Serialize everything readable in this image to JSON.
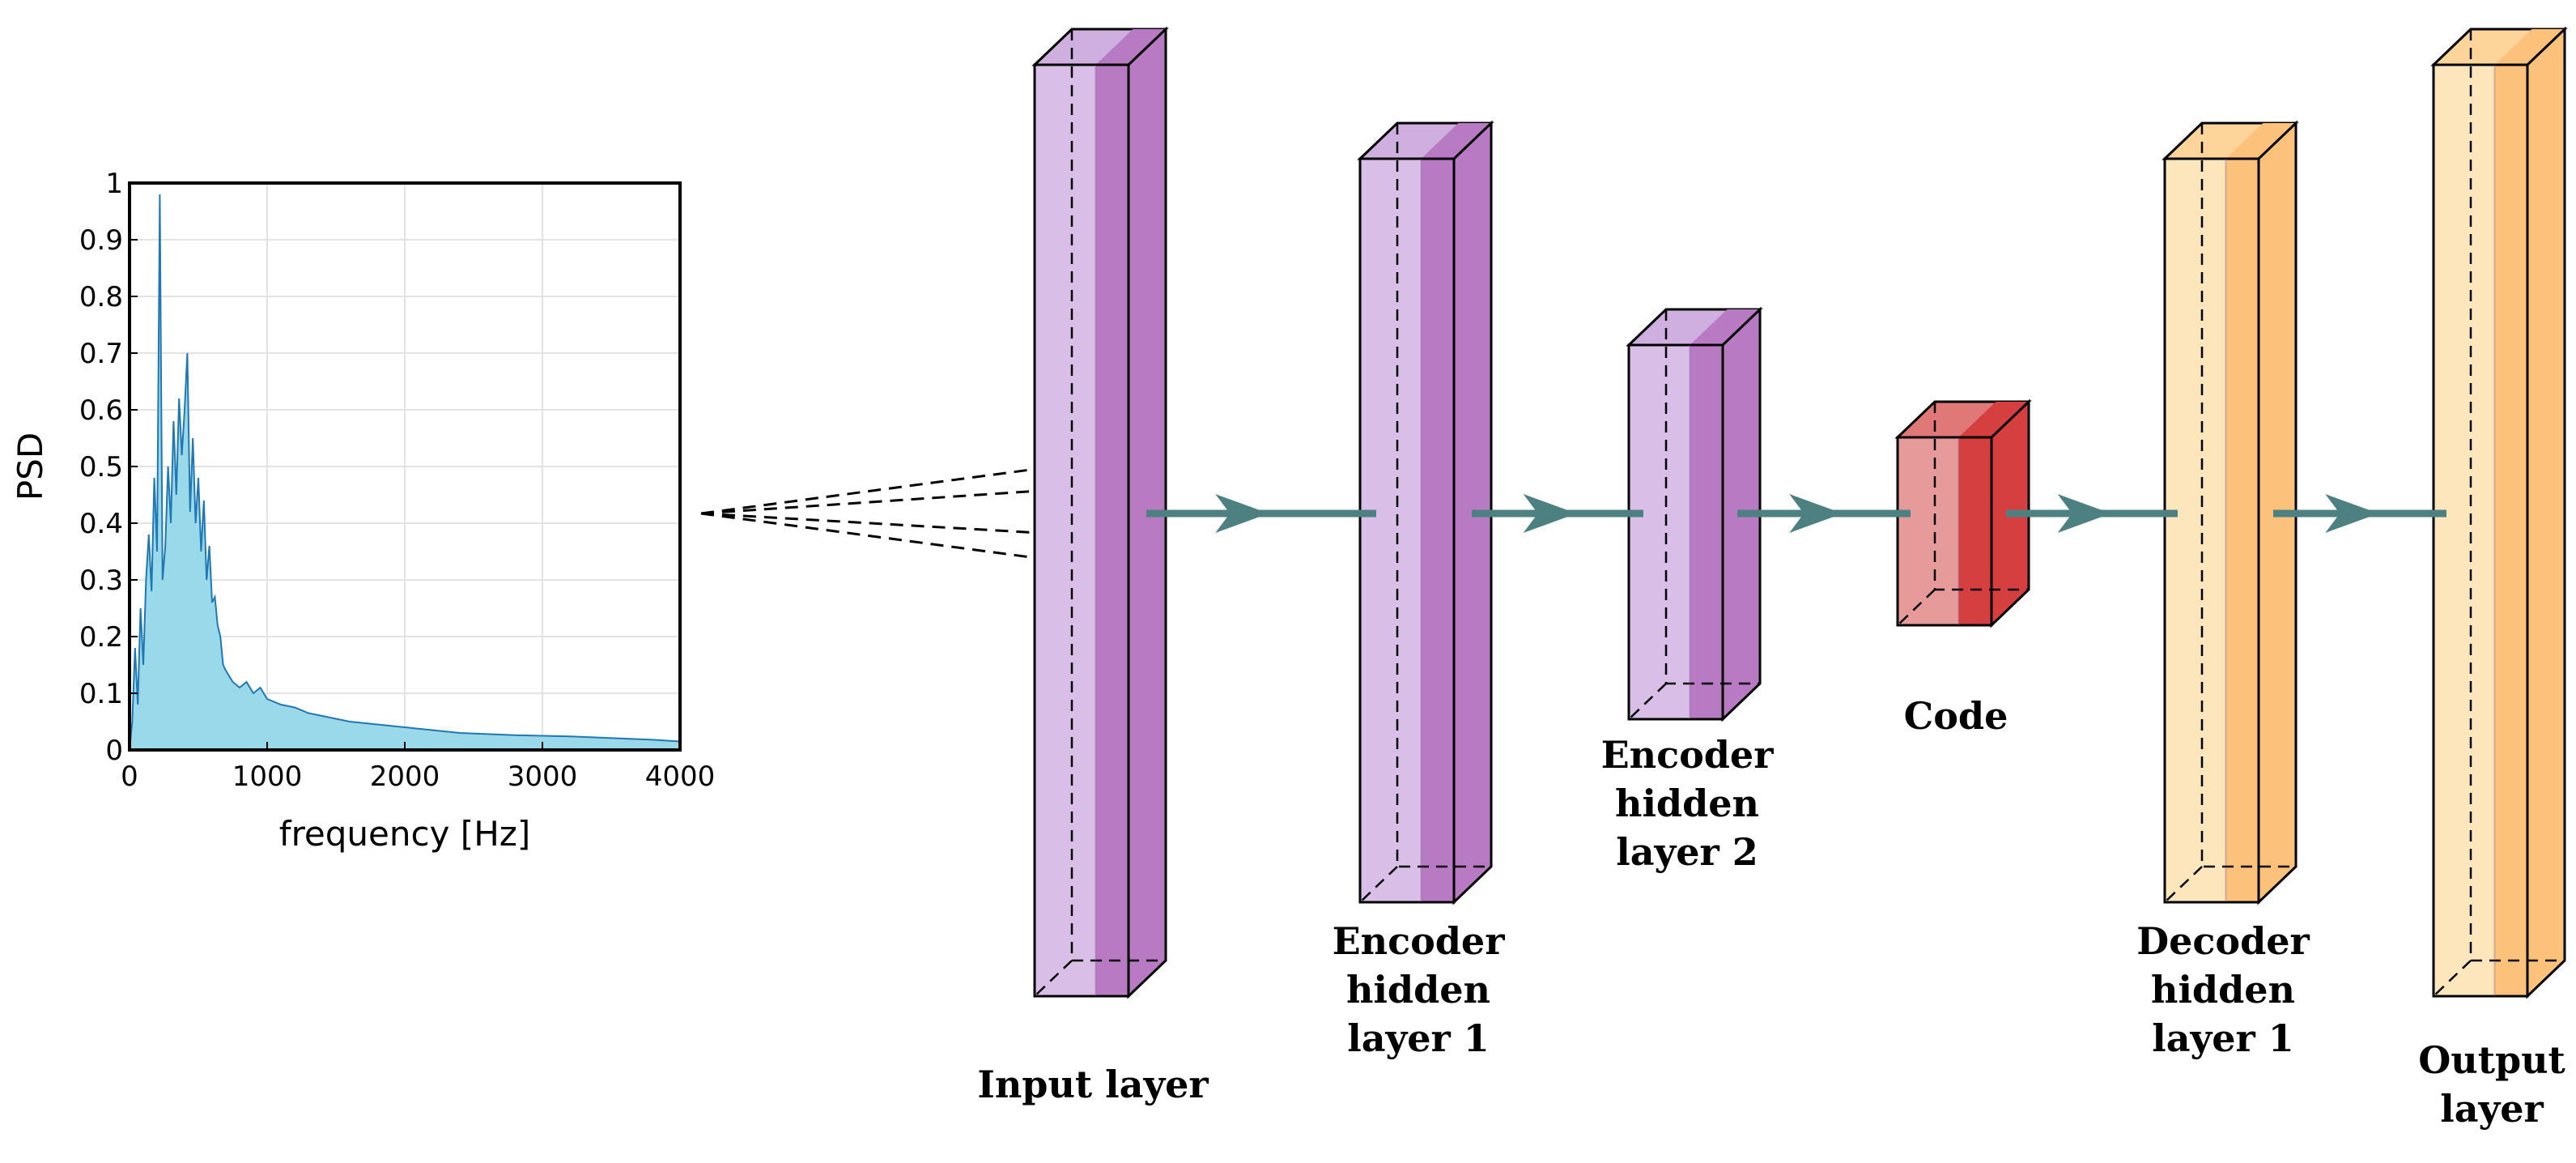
{
  "chart_data": {
    "type": "area",
    "title": "",
    "xlabel": "frequency [Hz]",
    "ylabel": "PSD",
    "xlim": [
      0,
      4000
    ],
    "ylim": [
      0,
      1
    ],
    "xticks": [
      "0",
      "1000",
      "2000",
      "3000",
      "4000"
    ],
    "yticks": [
      "0",
      "0.1",
      "0.2",
      "0.3",
      "0.4",
      "0.5",
      "0.6",
      "0.7",
      "0.8",
      "0.9",
      "1"
    ],
    "grid": true,
    "series": [
      {
        "color": "#1f77b4",
        "fill": "#9ad9ea",
        "x": [
          0,
          20,
          40,
          60,
          80,
          100,
          120,
          140,
          160,
          180,
          200,
          220,
          240,
          260,
          280,
          300,
          320,
          340,
          360,
          380,
          400,
          420,
          440,
          460,
          480,
          500,
          520,
          540,
          560,
          580,
          600,
          620,
          640,
          660,
          680,
          700,
          750,
          800,
          850,
          900,
          950,
          1000,
          1100,
          1200,
          1300,
          1400,
          1500,
          1600,
          1800,
          2000,
          2200,
          2400,
          2600,
          2800,
          3000,
          3200,
          3400,
          3600,
          3800,
          4000
        ],
        "y": [
          0.0,
          0.05,
          0.18,
          0.08,
          0.25,
          0.15,
          0.3,
          0.38,
          0.28,
          0.48,
          0.35,
          0.98,
          0.3,
          0.36,
          0.5,
          0.4,
          0.58,
          0.45,
          0.62,
          0.52,
          0.6,
          0.7,
          0.42,
          0.55,
          0.4,
          0.48,
          0.35,
          0.44,
          0.3,
          0.36,
          0.26,
          0.27,
          0.22,
          0.2,
          0.15,
          0.14,
          0.12,
          0.11,
          0.12,
          0.1,
          0.11,
          0.09,
          0.08,
          0.075,
          0.065,
          0.06,
          0.055,
          0.05,
          0.045,
          0.04,
          0.035,
          0.03,
          0.028,
          0.026,
          0.025,
          0.024,
          0.022,
          0.02,
          0.018,
          0.015
        ]
      }
    ]
  },
  "diagram": {
    "layers": [
      {
        "label_lines": [
          "Input layer"
        ],
        "colors": {
          "front": "#d9bfe8",
          "band": "#b87ac2",
          "top": "#cfaee0",
          "side": "#b87ac2"
        }
      },
      {
        "label_lines": [
          "Encoder",
          "hidden",
          "layer 1"
        ],
        "colors": {
          "front": "#d9bfe8",
          "band": "#b87ac2",
          "top": "#cfaee0",
          "side": "#b87ac2"
        }
      },
      {
        "label_lines": [
          "Encoder",
          "hidden",
          "layer 2"
        ],
        "colors": {
          "front": "#d9bfe8",
          "band": "#b87ac2",
          "top": "#cfaee0",
          "side": "#b87ac2"
        }
      },
      {
        "label_lines": [
          "Code"
        ],
        "colors": {
          "front": "#e79a9a",
          "band": "#d63f3f",
          "top": "#e07878",
          "side": "#d63f3f"
        }
      },
      {
        "label_lines": [
          "Decoder",
          "hidden",
          "layer 1"
        ],
        "colors": {
          "front": "#fde6bb",
          "band": "#fcc27c",
          "top": "#fdd59a",
          "side": "#fcc27c"
        }
      },
      {
        "label_lines": [
          "Output",
          "layer"
        ],
        "colors": {
          "front": "#fde6bb",
          "band": "#fcc27c",
          "top": "#fdd59a",
          "side": "#fcc27c"
        }
      }
    ],
    "arrow_color": "#4d8080"
  }
}
